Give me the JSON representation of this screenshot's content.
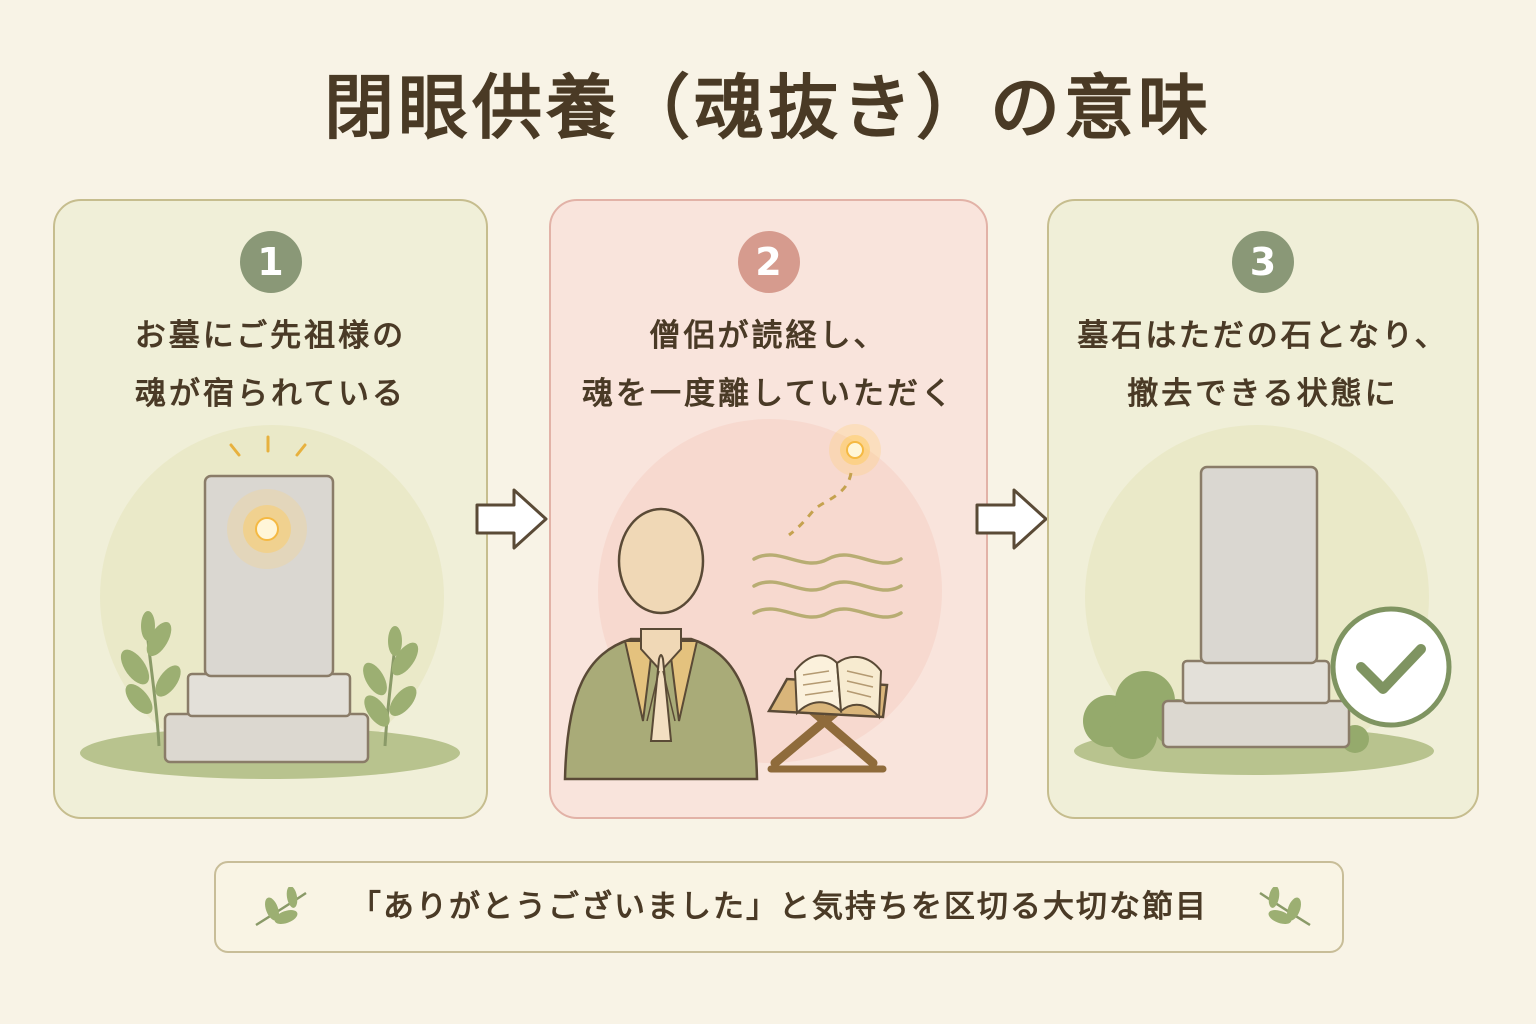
{
  "title": "閉眼供養（魂抜き）の意味",
  "steps": [
    {
      "number": "1",
      "lines": [
        "お墓にご先祖様の",
        "魂が宿られている"
      ]
    },
    {
      "number": "2",
      "lines": [
        "僧侶が読経し、",
        "魂を一度離していただく"
      ]
    },
    {
      "number": "3",
      "lines": [
        "墓石はただの石となり、",
        "撤去できる状態に"
      ]
    }
  ],
  "footer": {
    "text": "「ありがとうございました」と気持ちを区切る大切な節目"
  },
  "icons": {
    "step1": [
      "gravestone-icon",
      "soul-light-icon",
      "leaf-plant-icon"
    ],
    "step2": [
      "monk-icon",
      "soul-light-icon",
      "chant-wave-icon",
      "sutra-book-icon"
    ],
    "step3": [
      "gravestone-icon",
      "check-circle-icon",
      "bush-icon"
    ],
    "between": "arrow-right-icon",
    "footer": "leaf-sprig-icon"
  },
  "colors": {
    "background": "#f8f3e6",
    "panel_green": "#f0efd8",
    "panel_pink": "#f9e4dc",
    "badge_green": "#8a9877",
    "badge_pink": "#d69b8e",
    "text": "#4a3a26",
    "check": "#7f9461"
  }
}
